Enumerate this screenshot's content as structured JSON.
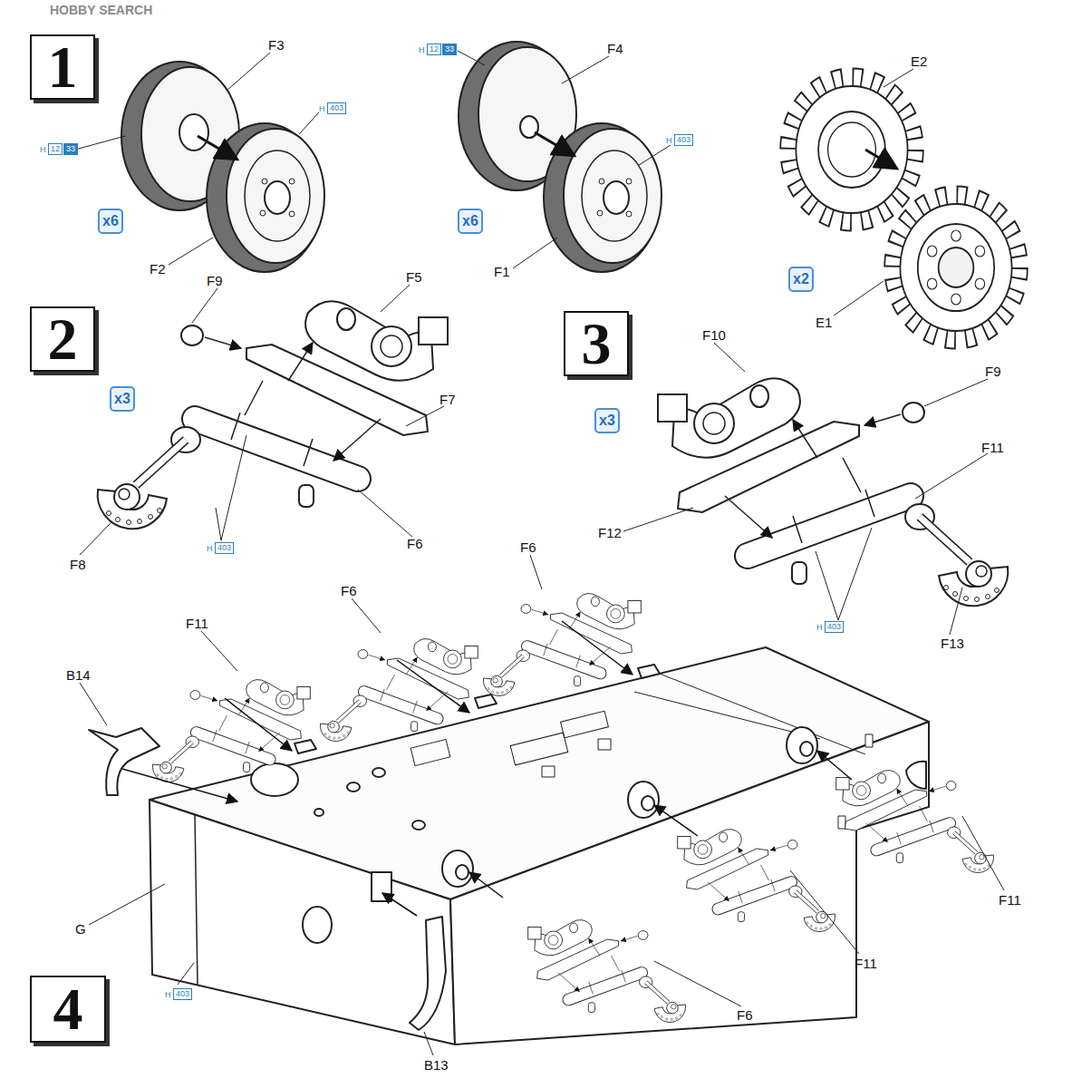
{
  "diagram": {
    "nodes": [
      {
        "text": [
          "1"
        ]
      },
      {
        "text": [
          "x6"
        ]
      },
      {
        "text": [
          "x6"
        ]
      },
      {
        "text": [
          "x2"
        ]
      },
      {
        "text": [
          "2"
        ]
      },
      {
        "text": [
          "x3"
        ]
      },
      {
        "text": [
          "3"
        ]
      },
      {
        "text": [
          "x3"
        ]
      },
      {
        "text": [
          "4"
        ]
      }
    ],
    "edges": [],
    "labels": [
      "HOBBY SEARCH",
      "F3",
      "H",
      "12",
      "33",
      "H",
      "403",
      "F2",
      "H",
      "12",
      "33",
      "F4",
      "H",
      "403",
      "F1",
      "E2",
      "E1",
      "F9",
      "F5",
      "F7",
      "F6",
      "F8",
      "H",
      "403",
      "F10",
      "F9",
      "F11",
      "F12",
      "F13",
      "H",
      "403",
      "F6",
      "F6",
      "F11",
      "B14",
      "G",
      "H",
      "403",
      "B13",
      "F6",
      "F11",
      "F11"
    ]
  }
}
